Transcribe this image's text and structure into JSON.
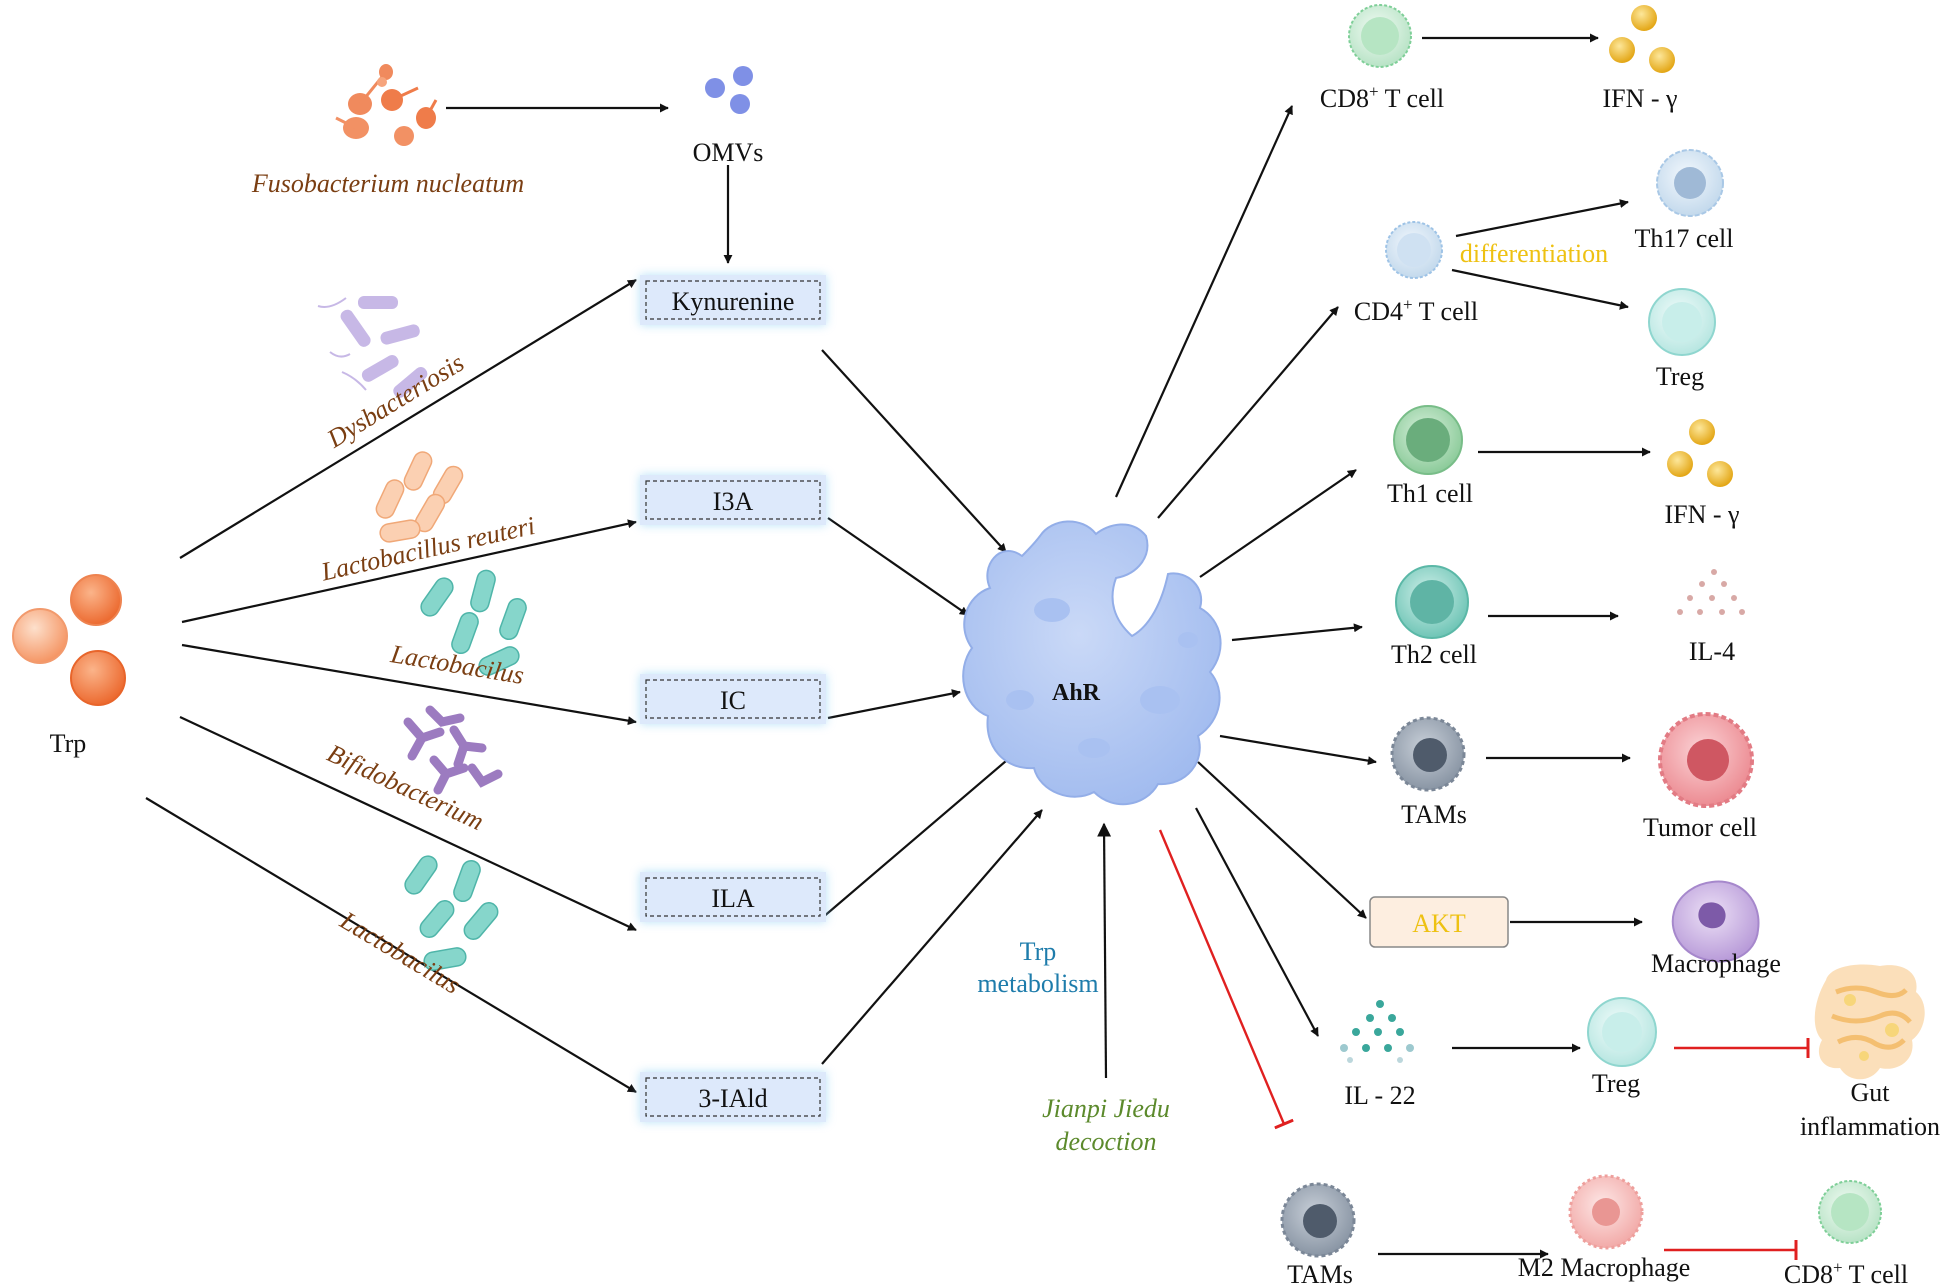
{
  "colors": {
    "arrow": "#111111",
    "inhibition": "#e02020",
    "bacteria_label": "#7a3e12",
    "trp_metabolism": "#1e7cab",
    "decoction": "#5c8a2c",
    "highlight_yellow": "#eec112",
    "metabolite_box": "#dde9fb",
    "ahr_protein": "#b3c9f3"
  },
  "source": {
    "fusobacterium": "Fusobacterium nucleatum",
    "omvs": "OMVs",
    "trp": "Trp"
  },
  "bacteria": {
    "dysbacteriosis": "Dysbacteriosis",
    "l_reuteri": "Lactobacillus reuteri",
    "lactobacillus_1": "Lactobacilus",
    "bifidobacterium": "Bifidobacterium",
    "lactobacillus_2": "Lactobacilus"
  },
  "metabolites": {
    "kynurenine": "Kynurenine",
    "i3a": "I3A",
    "ic": "IC",
    "ila": "ILA",
    "iald": "3-IAld"
  },
  "center": {
    "ahr": "AhR",
    "trp_metabolism_1": "Trp",
    "trp_metabolism_2": "metabolism",
    "decoction_1": "Jianpi Jiedu",
    "decoction_2": "decoction"
  },
  "cells": {
    "cd8_top_pre": "CD8",
    "cd8_top_sup": "+",
    "cd8_top_post": " T cell",
    "ifn_1": "IFN - γ",
    "cd4_pre": "CD4",
    "cd4_sup": "+",
    "cd4_post": " T cell",
    "differentiation": "differentiation",
    "th17": "Th17 cell",
    "treg_1": "Treg",
    "th1": "Th1 cell",
    "ifn_2": "IFN - γ",
    "th2": "Th2 cell",
    "il4": "IL-4",
    "tams_1": "TAMs",
    "tumor": "Tumor cell",
    "akt": "AKT",
    "macrophage": "Macrophage",
    "il22": "IL - 22",
    "treg_2": "Treg",
    "gut_1": "Gut",
    "gut_2": "inflammation",
    "tams_2": "TAMs",
    "m2": "M2 Macrophage",
    "cd8_bottom_pre": "CD8",
    "cd8_bottom_sup": "+",
    "cd8_bottom_post": " T cell"
  }
}
